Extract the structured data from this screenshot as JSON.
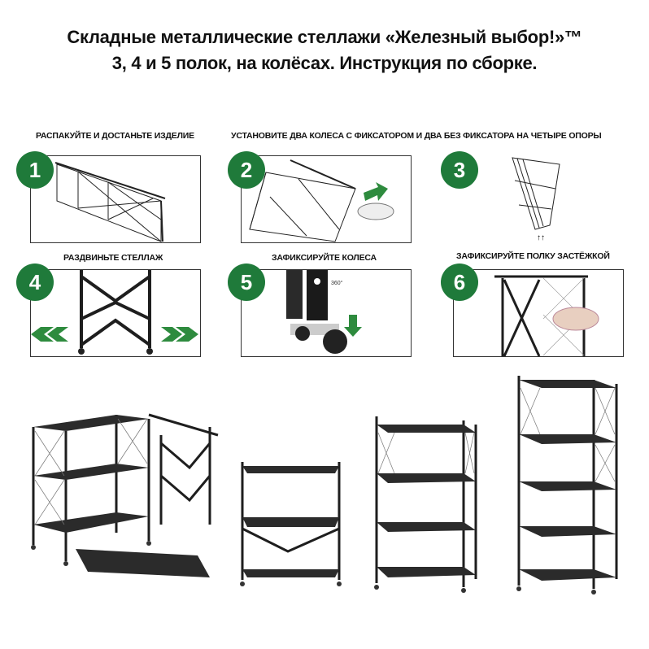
{
  "title": {
    "line1": "Складные металлические стеллажи «Железный выбор!»™",
    "line2": "3, 4 и 5 полок, на колёсах. Инструкция по сборке."
  },
  "steps": [
    {
      "number": "1",
      "label": "РАСПАКУЙТЕ И ДОСТАНЬТЕ ИЗДЕЛИЕ"
    },
    {
      "number": "2",
      "label": "УСТАНОВИТЕ ДВА КОЛЕСА С ФИКСАТОРОМ И ДВА  БЕЗ ФИКСАТОРА НА ЧЕТЫРЕ ОПОРЫ"
    },
    {
      "number": "3",
      "label": ""
    },
    {
      "number": "4",
      "label": "РАЗДВИНЬТЕ СТЕЛЛАЖ"
    },
    {
      "number": "5",
      "label": "ЗАФИКСИРУЙТЕ КОЛЕСА",
      "annotation": "360°"
    },
    {
      "number": "6",
      "label": "ЗАФИКСИРУЙТЕ ПОЛКУ ЗАСТЁЖКОЙ"
    }
  ],
  "colors": {
    "badge": "#1f7a3a",
    "arrow_green": "#2e8b3e",
    "frame": "#1e1e1e"
  }
}
